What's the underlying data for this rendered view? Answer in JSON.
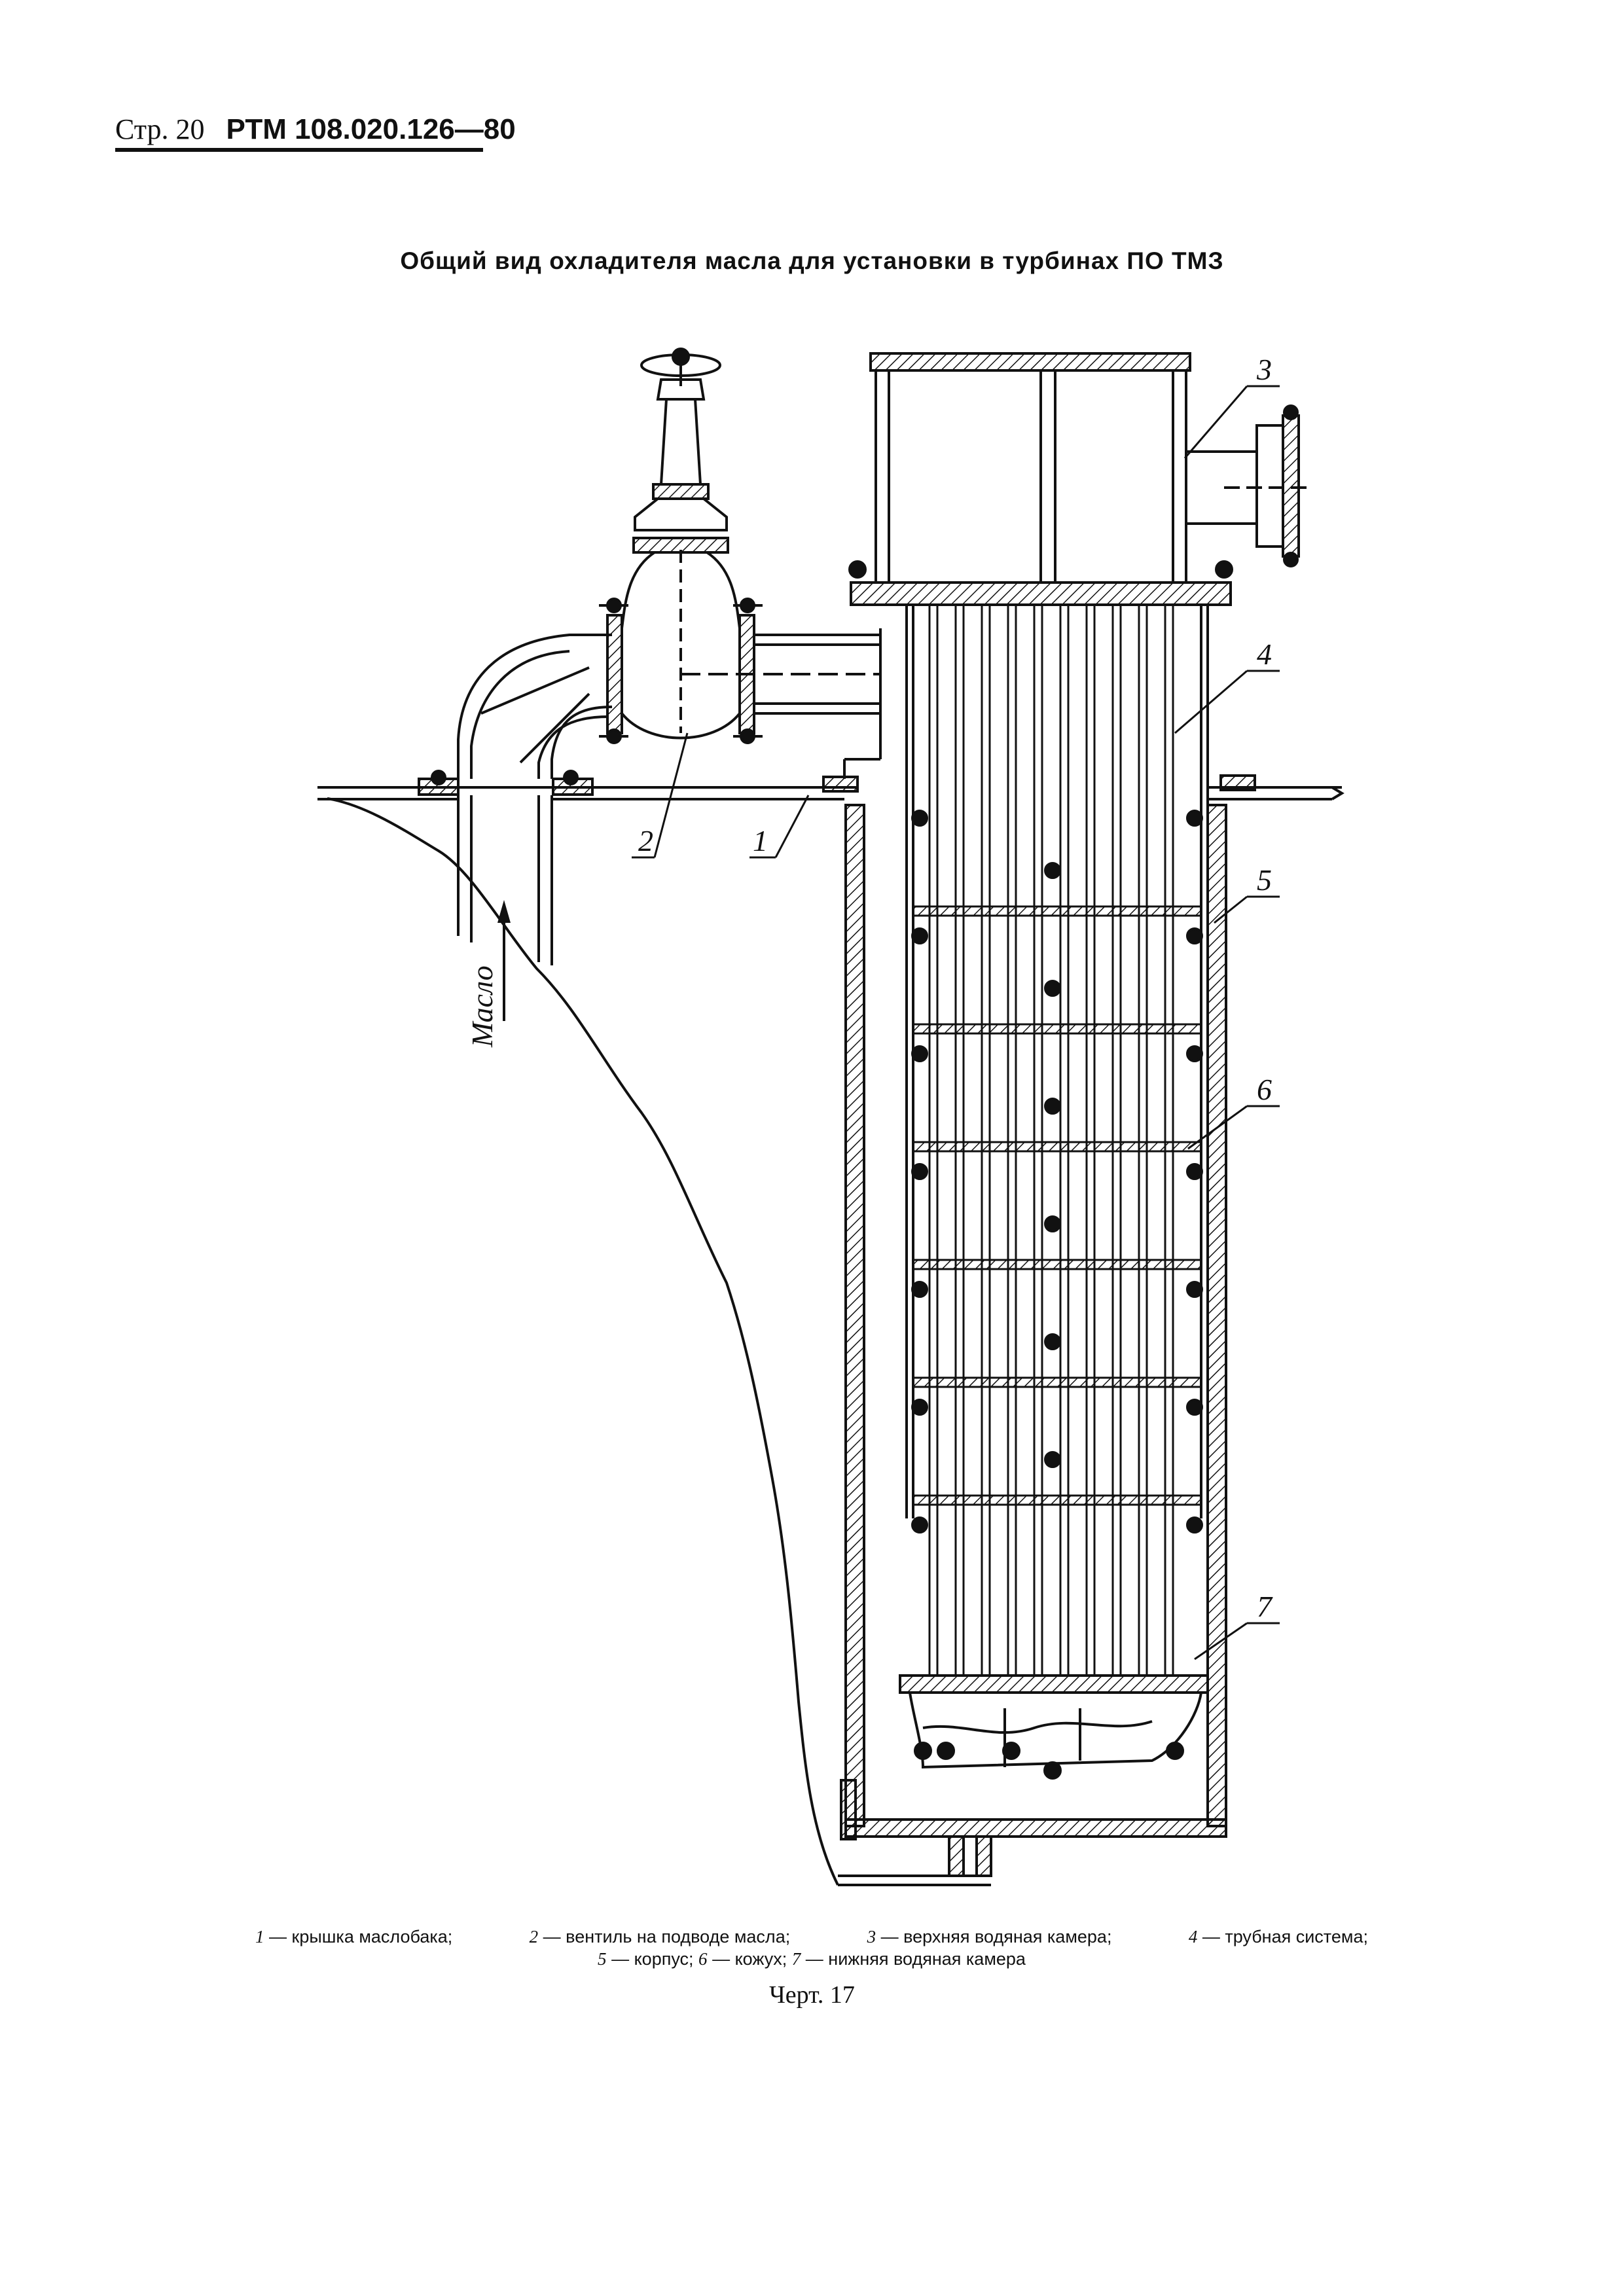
{
  "header": {
    "page": "Стр. 20",
    "code": "РТМ 108.020.126—80"
  },
  "title": "Общий вид охладителя масла для установки в турбинах ПО ТМЗ",
  "labels": {
    "l1": "1",
    "l2": "2",
    "l3": "3",
    "l4": "4",
    "l5": "5",
    "l6": "6",
    "l7": "7",
    "oil": "Масло"
  },
  "legend": [
    {
      "num": "1",
      "text": "— крышка маслобака;"
    },
    {
      "num": "2",
      "text": "— вентиль на подводе масла;"
    },
    {
      "num": "3",
      "text": "— верхняя водяная камера;"
    },
    {
      "num": "4",
      "text": "— трубная система;"
    },
    {
      "num": "5",
      "text": "— корпус;"
    },
    {
      "num": "6",
      "text": "— кожух;"
    },
    {
      "num": "7",
      "text": "— нижняя водяная камера"
    }
  ],
  "figure_caption": "Черт. 17"
}
